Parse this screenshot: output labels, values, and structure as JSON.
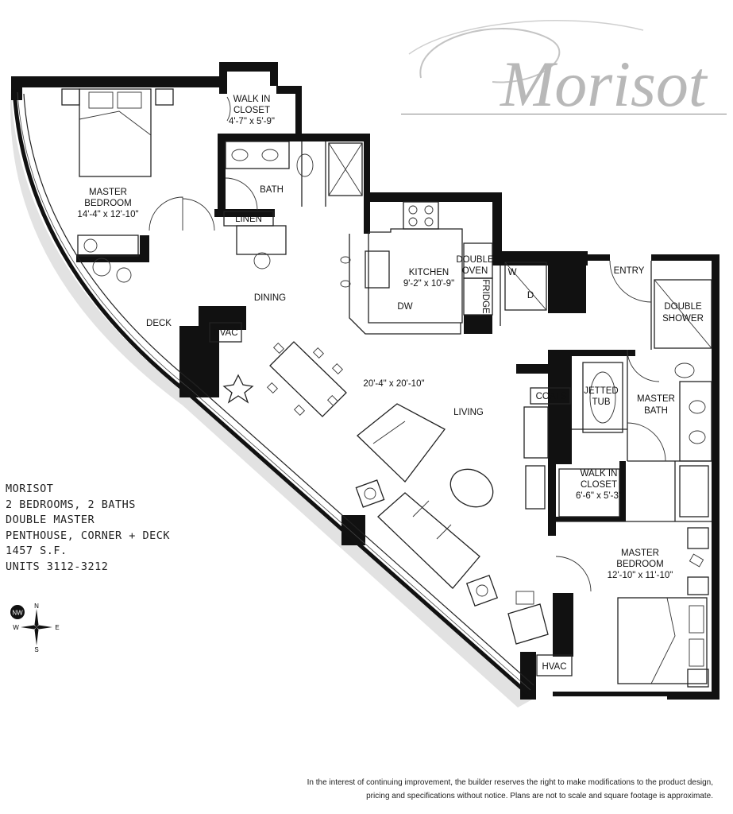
{
  "brand": {
    "name": "Morisot"
  },
  "info": {
    "lines": [
      "MORISOT",
      "2 BEDROOMS, 2 BATHS",
      "DOUBLE MASTER",
      "PENTHOUSE, CORNER + DECK",
      "1457 S.F.",
      "UNITS 3112-3212"
    ]
  },
  "compass": {
    "badge": "NW",
    "n": "N",
    "s": "S",
    "e": "E",
    "w": "W"
  },
  "rooms": {
    "walk_in_closet_1": {
      "name1": "WALK IN",
      "name2": "CLOSET",
      "dims": "4'-7\" x 5'-9\""
    },
    "master_bedroom_1": {
      "name1": "MASTER",
      "name2": "BEDROOM",
      "dims": "14'-4\" x 12'-10\""
    },
    "bath": "BATH",
    "linen": "LINEN",
    "kitchen": {
      "name": "KITCHEN",
      "dims": "9'-2\" x 10'-9\""
    },
    "double_oven": {
      "l1": "DOUBLE",
      "l2": "OVEN"
    },
    "fridge": "FRIDGE",
    "dw": "DW",
    "washer": "W",
    "dryer": "D",
    "entry": "ENTRY",
    "double_shower": {
      "l1": "DOUBLE",
      "l2": "SHOWER"
    },
    "dining": "DINING",
    "deck": "DECK",
    "hvac_1": "HVAC",
    "living_dims": "20'-4\" x 20'-10\"",
    "living": "LIVING",
    "coats": "COATS",
    "jetted_tub": {
      "l1": "JETTED",
      "l2": "TUB"
    },
    "master_bath": {
      "l1": "MASTER",
      "l2": "BATH"
    },
    "walk_in_closet_2": {
      "name1": "WALK IN",
      "name2": "CLOSET",
      "dims": "6'-6\" x 5'-3\""
    },
    "master_bedroom_2": {
      "name1": "MASTER",
      "name2": "BEDROOM",
      "dims": "12'-10\" x 11'-10\""
    },
    "hvac_2": "HVAC"
  },
  "disclaimer": {
    "line1": "In the interest of continuing improvement, the builder reserves the right to make modifications to the product design,",
    "line2": "pricing and specifications without notice. Plans are not to scale and square footage is approximate."
  }
}
